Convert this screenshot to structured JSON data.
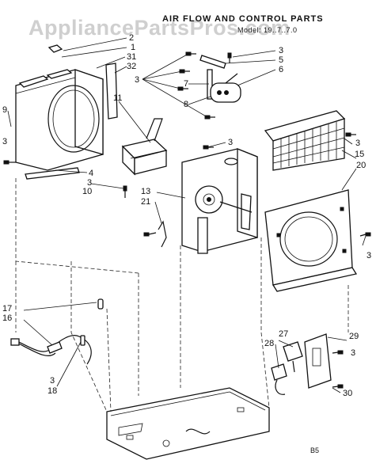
{
  "watermark": "AppliancePartsPros.com",
  "title": "AIR FLOW AND CONTROL PARTS",
  "model": "Model: 19..7..7.0",
  "page_code": "B5",
  "callouts": [
    "1",
    "2",
    "31",
    "32",
    "3",
    "4",
    "5",
    "6",
    "7",
    "8",
    "9",
    "10",
    "11",
    "13",
    "15",
    "16",
    "17",
    "18",
    "20",
    "21",
    "27",
    "28",
    "29",
    "30"
  ]
}
